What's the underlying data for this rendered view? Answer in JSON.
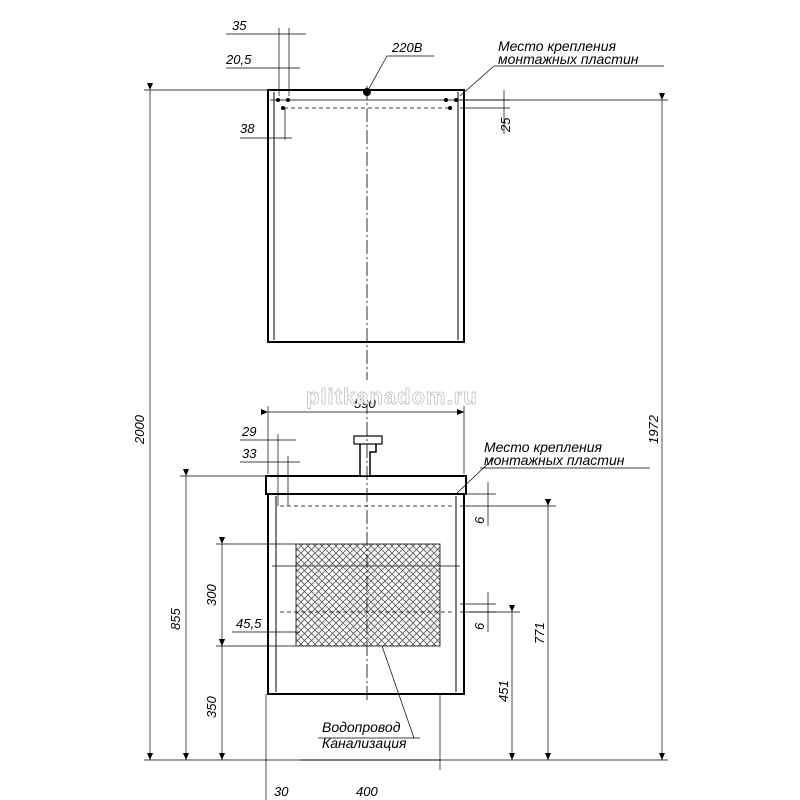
{
  "top_unit": {
    "dims": {
      "d35": "35",
      "d20_5": "20,5",
      "d38": "38",
      "d25": "25",
      "power": "220В"
    },
    "mount_note": {
      "line1": "Место крепления",
      "line2": "монтажных пластин"
    }
  },
  "bottom_unit": {
    "dims": {
      "width": "590",
      "d29": "29",
      "d33": "33",
      "d6_top": "6",
      "d6_bottom": "6",
      "d300": "300",
      "d45_5": "45,5",
      "d350": "350",
      "d855": "855",
      "d771": "771",
      "d451": "451",
      "bottom_left": "30",
      "bottom_mid": "400"
    },
    "mount_note": {
      "line1": "Место крепления",
      "line2": "монтажных пластин"
    },
    "pipes_note": {
      "line1": "Водопровод",
      "line2": "Канализация"
    }
  },
  "overall": {
    "height_2000": "2000",
    "height_1972": "1972"
  },
  "watermark": "plitkanadom.ru"
}
